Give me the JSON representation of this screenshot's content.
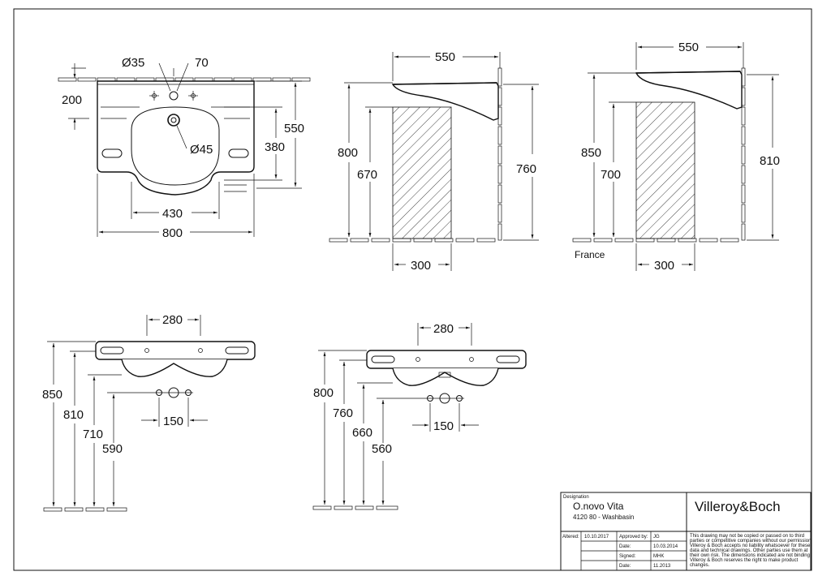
{
  "top_front": {
    "hole_diameter": "Ø35",
    "hole_offset": "70",
    "edge_height": "200",
    "waste_diameter": "Ø45",
    "bowl_depth": "380",
    "depth": "550",
    "bowl_width": "430",
    "width": "800"
  },
  "side_std": {
    "depth": "550",
    "height": "800",
    "knee_height": "670",
    "rim_height": "760",
    "clearance": "300"
  },
  "side_france": {
    "depth": "550",
    "height": "850",
    "knee_height": "700",
    "rim_height": "810",
    "clearance": "300",
    "label": "France"
  },
  "rear_left": {
    "hole_spacing": "280",
    "trap_spacing": "150",
    "h1": "850",
    "h2": "810",
    "h3": "710",
    "h4": "590"
  },
  "rear_right": {
    "hole_spacing": "280",
    "trap_spacing": "150",
    "h1": "800",
    "h2": "760",
    "h3": "660",
    "h4": "560"
  },
  "title_block": {
    "designation_label": "Designation",
    "product": "O.novo Vita",
    "code": "4120 80 - Washbasin",
    "brand": "Villeroy&Boch",
    "altered_label": "Altered:",
    "altered_date": "10.10.2017",
    "approved_label": "Approved by:",
    "approved_value": "JG",
    "date_label_1": "Date:",
    "date_value_1": "10.03.2014",
    "signed_label": "Signed:",
    "signed_value": "MHK",
    "date_label_2": "Date:",
    "date_value_2": "11.2013",
    "disclaimer_1": "This drawing may not be copied or passed on to third",
    "disclaimer_2": "parties or competitive companies without our permission.",
    "disclaimer_3": "Villeroy & Boch accepts no liability whatsoever for these",
    "disclaimer_4": "data and technical drawings. Other parties use them at",
    "disclaimer_5": "their own risk. The dimensions indicated are not binding.",
    "disclaimer_6": "Villeroy & Boch reserves the right to make product",
    "disclaimer_7": "changes."
  }
}
